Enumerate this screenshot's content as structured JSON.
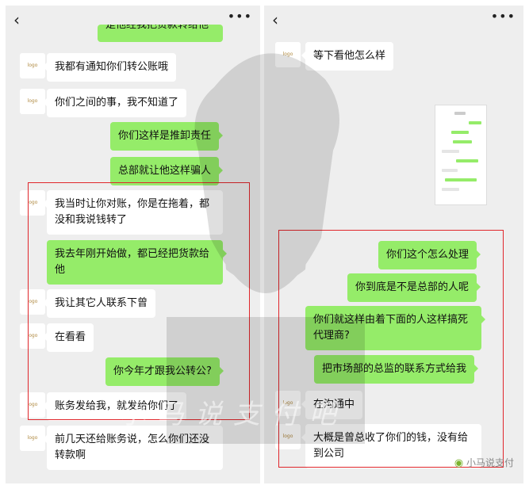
{
  "left": {
    "nav": {
      "back_glyph": "‹",
      "more_glyph": "•••"
    },
    "top_cut_text": "是他经我把贷款转给他",
    "messages": [
      {
        "side": "in",
        "text": "我都有通知你们转公账哦"
      },
      {
        "side": "in",
        "text": "你们之间的事，我不知道了"
      },
      {
        "side": "out",
        "text": "你们这样是推卸责任"
      },
      {
        "side": "out",
        "text": "总部就让他这样骗人"
      },
      {
        "side": "in",
        "text": "我当时让你对账，你是在拖着，都没和我说钱转了"
      },
      {
        "side": "out",
        "text": "我去年刚开始做，都已经把货款给他"
      },
      {
        "side": "in",
        "text": "我让其它人联系下曾"
      },
      {
        "side": "in",
        "text": "在看看"
      },
      {
        "side": "out",
        "text": "你今年才跟我公转公?"
      },
      {
        "side": "in",
        "text": "账务发给我，就发给你们了"
      },
      {
        "side": "in",
        "text": "前几天还给账务说，怎么你们还没转款啊"
      }
    ]
  },
  "right": {
    "nav": {
      "back_glyph": "‹",
      "more_glyph": "•••"
    },
    "messages": [
      {
        "side": "in",
        "text": "等下看他怎么样"
      },
      {
        "side": "out",
        "text": "你们这个怎么处理"
      },
      {
        "side": "out",
        "text": "你到底是不是总部的人呢"
      },
      {
        "side": "out",
        "text": "你们就这样由着下面的人这样搞死代理商?"
      },
      {
        "side": "out",
        "text": "把市场部的总监的联系方式给我"
      },
      {
        "side": "in",
        "text": "在沟通中"
      },
      {
        "side": "in",
        "text": "大概是曾总收了你们的钱，没有给到公司"
      }
    ]
  },
  "watermark": {
    "text": "小马说支付吧"
  },
  "brand": {
    "text": "小马说支付",
    "icon": "wechat-icon"
  },
  "colors": {
    "accent_green": "#95ec69",
    "highlight_red": "#e0262b",
    "chat_bg": "#eeeeee"
  }
}
